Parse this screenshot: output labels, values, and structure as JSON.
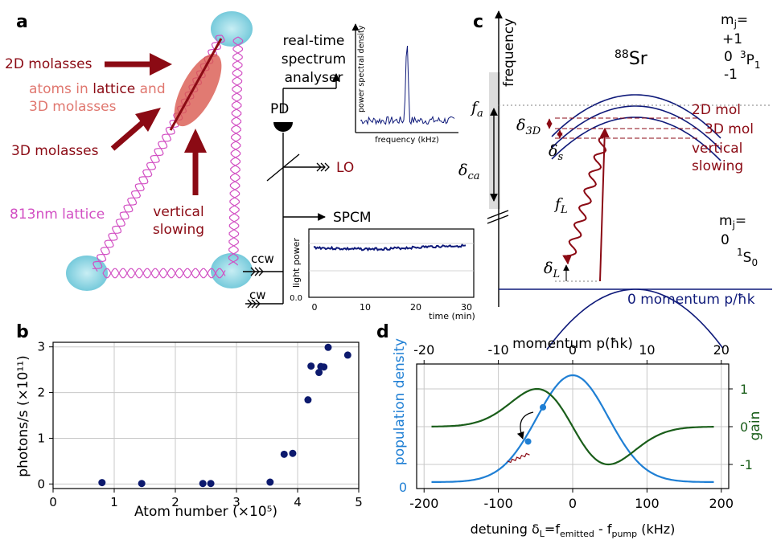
{
  "panel_labels": {
    "a": "a",
    "b": "b",
    "c": "c",
    "d": "d"
  },
  "panel_a": {
    "label_2d": "2D molasses",
    "atoms_pre": "atoms in ",
    "atoms_mid": "lattice",
    "atoms_post": " and",
    "atoms_line2": "3D molasses",
    "label_3d": "3D molasses",
    "lattice": "813nm lattice",
    "vertical": "vertical",
    "slowing": "slowing",
    "spectrum_1": "real-time",
    "spectrum_2": "spectrum",
    "spectrum_3": "analyser",
    "psd_ylabel": "power spectral density",
    "psd_xlabel": "frequency (kHz)",
    "pd": "PD",
    "lo": "LO",
    "spcm": "SPCM",
    "ccw": "ccw",
    "cw": "cw",
    "power_ylabel": "light power",
    "power_xlabel": "time (min)",
    "power_xticks": [
      "0",
      "10",
      "20",
      "30"
    ],
    "power_y0": "0.0",
    "colors": {
      "dark_red": "#8b0a14",
      "magenta": "#d24fc3",
      "cyan": "#86d3e0",
      "navy": "#0f1a7a"
    }
  },
  "panel_c": {
    "frequency": "frequency",
    "isotope_sup": "88",
    "isotope": "Sr",
    "mj_top": "m",
    "mj_top_sub": "j",
    "mj_top_eq": "=",
    "mj_plus": "+1",
    "mj_zero": "0",
    "mj_minus": "-1",
    "term_3p1_sup": "3",
    "term_3p1": "P",
    "term_3p1_sub": "1",
    "fa": "f",
    "fa_sub": "a",
    "d3d": "δ",
    "d3d_sub": "3D",
    "ds": "δ",
    "ds_sub": "s",
    "dca": "δ",
    "dca_sub": "ca",
    "fL": "f",
    "fL_sub": "L",
    "dL": "δ",
    "dL_sub": "L",
    "mol2d": "2D mol",
    "mol3d": "3D mol",
    "vert1": "vertical",
    "vert2": "slowing",
    "mj_bot": "m",
    "mj_bot_sub": "j",
    "mj_bot_eq": "=",
    "mj_bot_zero": "0",
    "term_1s0_sup": "1",
    "term_1s0": "S",
    "term_1s0_sub": "0",
    "momentum_axis": "0 momentum p/ħk"
  },
  "panel_b": {
    "chart_data": {
      "type": "scatter",
      "xlabel": "Atom number (×10⁵)",
      "ylabel": "photons/s (×10¹¹)",
      "xlim": [
        0,
        5
      ],
      "ylim": [
        -0.1,
        3.1
      ],
      "xticks": [
        "0",
        "1",
        "2",
        "3",
        "4",
        "5"
      ],
      "yticks": [
        "0",
        "1",
        "2",
        "3"
      ],
      "grid": true,
      "points": [
        [
          0.8,
          0.03
        ],
        [
          1.45,
          0.01
        ],
        [
          2.45,
          0.01
        ],
        [
          2.58,
          0.01
        ],
        [
          3.55,
          0.04
        ],
        [
          3.78,
          0.65
        ],
        [
          3.92,
          0.67
        ],
        [
          4.17,
          1.84
        ],
        [
          4.22,
          2.58
        ],
        [
          4.35,
          2.44
        ],
        [
          4.38,
          2.57
        ],
        [
          4.43,
          2.56
        ],
        [
          4.5,
          2.99
        ],
        [
          4.82,
          2.82
        ]
      ],
      "color": "#0d1a6e"
    }
  },
  "panel_d": {
    "chart_data": {
      "type": "line",
      "xlabel": "detuning δL=femitted - fpump (kHz)",
      "xlabel_parts": {
        "pre": "detuning δ",
        "sub1": "L",
        "mid": "=f",
        "sub2": "emitted",
        "mid2": " - f",
        "sub3": "pump",
        "post": " (kHz)"
      },
      "top_label": "momentum p(ħk)",
      "left_label": "population density",
      "right_label": "gain",
      "xlim": [
        -210,
        210
      ],
      "xticks": [
        "-200",
        "-100",
        "0",
        "100",
        "200"
      ],
      "top_ticks": [
        "-20",
        "-10",
        "0",
        "10",
        "20"
      ],
      "left_ticks": [
        "0"
      ],
      "right_ticks": [
        "1",
        "0",
        "-1"
      ],
      "grid": true,
      "series": [
        {
          "key": "population",
          "color": "#1f7fd4",
          "sigma_khz": 48
        },
        {
          "key": "gain",
          "color": "#1a5e1a",
          "peak_khz": -45
        }
      ],
      "markers": [
        [
          -40,
          0.7
        ],
        [
          -60,
          0.38
        ]
      ]
    }
  }
}
